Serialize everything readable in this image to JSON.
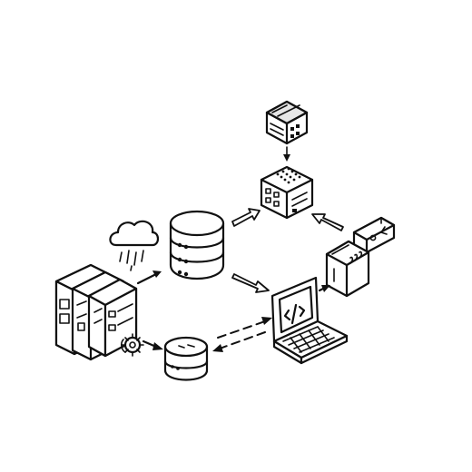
{
  "diagram": {
    "nodes": [
      {
        "id": "server-rack",
        "icon": "server-rack-icon"
      },
      {
        "id": "cloud",
        "icon": "rain-cloud-icon"
      },
      {
        "id": "gear",
        "icon": "gear-icon"
      },
      {
        "id": "database-main",
        "icon": "database-icon"
      },
      {
        "id": "database-small",
        "icon": "database-icon"
      },
      {
        "id": "top-server",
        "icon": "server-box-icon"
      },
      {
        "id": "hub-cube",
        "icon": "cube-server-icon"
      },
      {
        "id": "router",
        "icon": "router-icon"
      },
      {
        "id": "storage-box",
        "icon": "storage-box-icon"
      },
      {
        "id": "laptop",
        "icon": "laptop-code-icon"
      }
    ],
    "edges": [
      {
        "from": "server-rack",
        "to": "database-main",
        "style": "solid"
      },
      {
        "from": "database-main",
        "to": "hub-cube",
        "style": "solid"
      },
      {
        "from": "top-server",
        "to": "hub-cube",
        "style": "solid"
      },
      {
        "from": "router",
        "to": "hub-cube",
        "style": "solid"
      },
      {
        "from": "database-main",
        "to": "laptop",
        "style": "solid"
      },
      {
        "from": "laptop",
        "to": "storage-box",
        "style": "solid"
      },
      {
        "from": "database-small",
        "to": "laptop",
        "style": "dashed"
      },
      {
        "from": "laptop",
        "to": "database-small",
        "style": "dashed"
      },
      {
        "from": "gear",
        "to": "database-small",
        "style": "solid"
      }
    ],
    "stroke_color": "#111111",
    "background_color": "#ffffff"
  }
}
